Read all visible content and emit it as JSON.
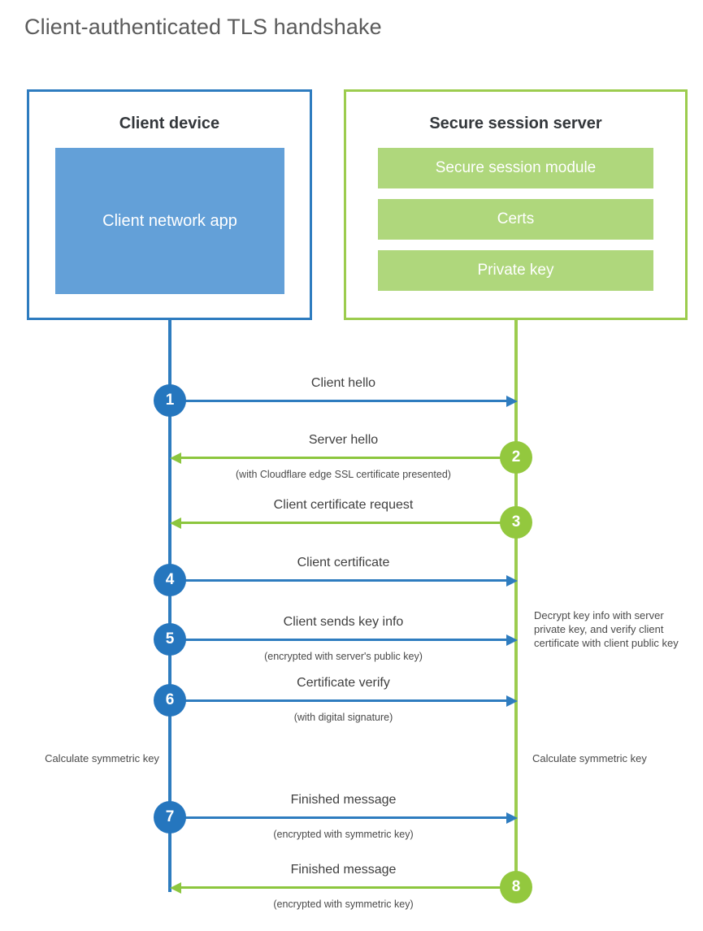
{
  "title": "Client-authenticated TLS handshake",
  "colors": {
    "client_blue": "#2E7CBF",
    "client_app_fill": "#63A0D8",
    "server_green": "#9CCC4E",
    "server_bar_fill": "#AFD77C",
    "arrow_green": "#8CC63E",
    "step_blue": "#2576BE",
    "step_green": "#93C83E",
    "background": "#FFFFFF",
    "title_text": "#5B5B5B"
  },
  "participants": {
    "client": {
      "title": "Client device",
      "app_label": "Client network app"
    },
    "server": {
      "title": "Secure session server",
      "bars": [
        "Secure session module",
        "Certs",
        "Private key"
      ]
    }
  },
  "messages": [
    {
      "step": "1",
      "label": "Client hello",
      "sub": "",
      "direction": "right",
      "color": "blue",
      "origin": "client"
    },
    {
      "step": "2",
      "label": "Server hello",
      "sub": "(with Cloudflare edge SSL certificate presented)",
      "direction": "left",
      "color": "green",
      "origin": "server"
    },
    {
      "step": "3",
      "label": "Client certificate request",
      "sub": "",
      "direction": "left",
      "color": "green",
      "origin": "server"
    },
    {
      "step": "4",
      "label": "Client certificate",
      "sub": "",
      "direction": "right",
      "color": "blue",
      "origin": "client"
    },
    {
      "step": "5",
      "label": "Client sends key info",
      "sub": "(encrypted with server's public key)",
      "direction": "right",
      "color": "blue",
      "origin": "client"
    },
    {
      "step": "6",
      "label": "Certificate verify",
      "sub": "(with digital signature)",
      "direction": "right",
      "color": "blue",
      "origin": "client"
    },
    {
      "step": "7",
      "label": "Finished message",
      "sub": "(encrypted with symmetric key)",
      "direction": "right",
      "color": "blue",
      "origin": "client"
    },
    {
      "step": "8",
      "label": "Finished message",
      "sub": "(encrypted with symmetric key)",
      "direction": "left",
      "color": "green",
      "origin": "server"
    }
  ],
  "notes": {
    "server_decrypt": "Decrypt key info with server private key, and verify client certificate with client public key",
    "client_symmetric": "Calculate symmetric key",
    "server_symmetric": "Calculate symmetric key"
  }
}
